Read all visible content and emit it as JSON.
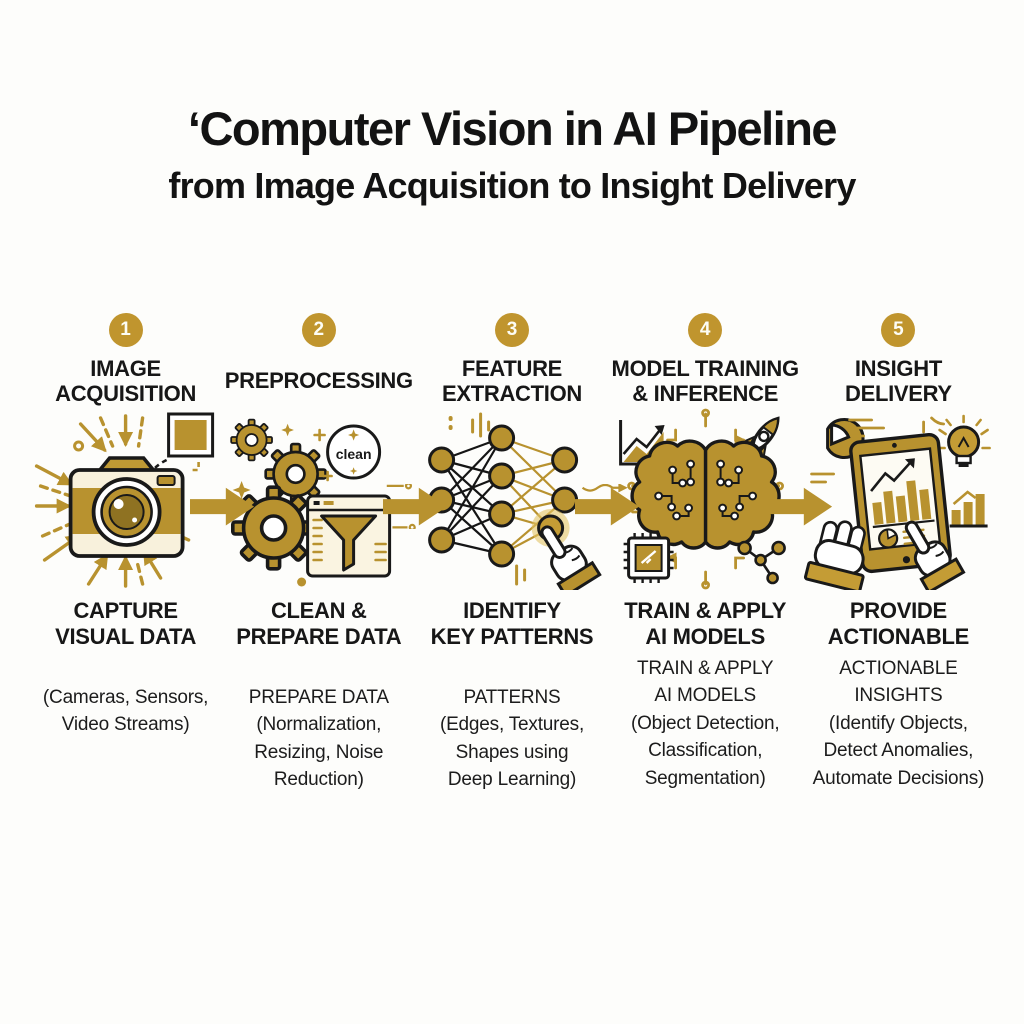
{
  "title": "‘Computer Vision in AI Pipeline",
  "subtitle": "from Image Acquisition to Insight Delivery",
  "colors": {
    "gold": "#B8922F",
    "badge_gold": "#C0952E",
    "cream": "#F8F1DC",
    "ink": "#161616",
    "background": "#FDFDFB"
  },
  "stages": [
    {
      "number": "1",
      "name": "IMAGE\nACQUISITION",
      "icon": "camera-icon",
      "summary": "CAPTURE\nVISUAL DATA",
      "detail": "(Cameras, Sensors,\nVideo Streams)"
    },
    {
      "number": "2",
      "name": "PREPROCESSING",
      "icon": "gears-filter-icon",
      "icon_label": "clean",
      "summary": "CLEAN &\nPREPARE DATA",
      "detail": "PREPARE DATA\n(Normalization,\nResizing, Noise\nReduction)"
    },
    {
      "number": "3",
      "name": "FEATURE\nEXTRACTION",
      "icon": "neural-network-icon",
      "summary": "IDENTIFY\nKEY PATTERNS",
      "detail": "PATTERNS\n(Edges, Textures,\nShapes using\nDeep Learning)"
    },
    {
      "number": "4",
      "name": "MODEL TRAINING\n& INFERENCE",
      "icon": "brain-circuit-icon",
      "summary": "TRAIN & APPLY\nAI MODELS",
      "detail": "TRAIN & APPLY\nAI MODELS\n(Object Detection,\nClassification,\nSegmentation)"
    },
    {
      "number": "5",
      "name": "INSIGHT\nDELIVERY",
      "icon": "tablet-analytics-icon",
      "summary": "PROVIDE\nACTIONABLE",
      "detail": "ACTIONABLE\nINSIGHTS\n(Identify Objects,\nDetect Anomalies,\nAutomate Decisions)"
    }
  ]
}
